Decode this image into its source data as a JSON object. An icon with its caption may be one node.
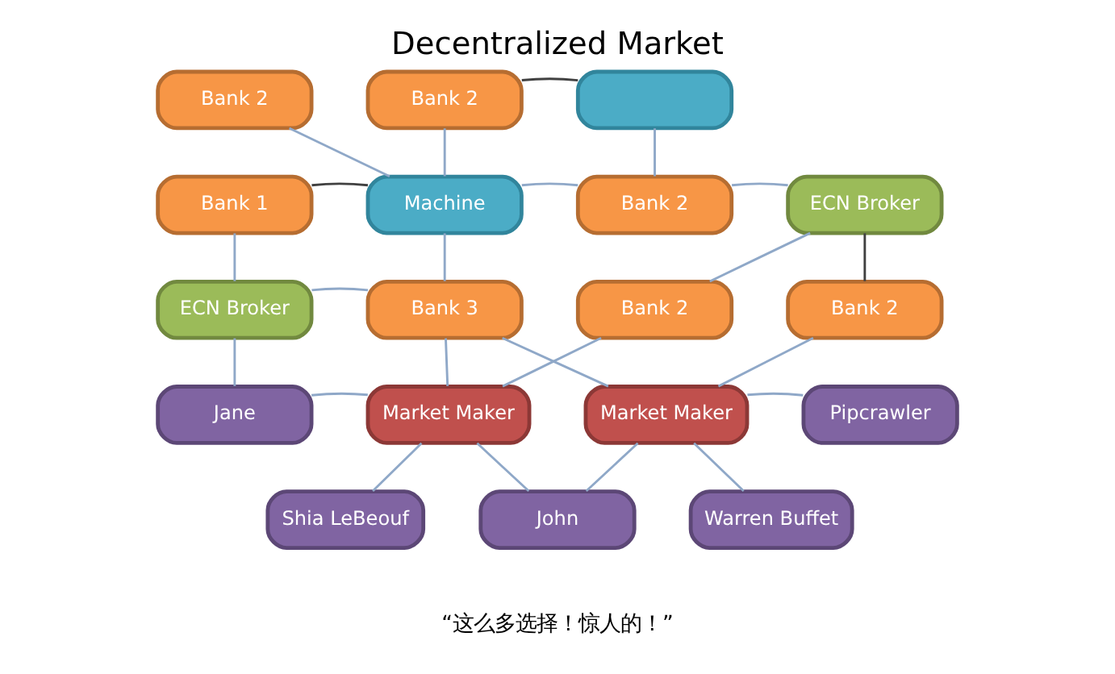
{
  "diagram": {
    "title": "Decentralized Market",
    "caption": "“这么多选择！惊人的！”",
    "nodes": [
      {
        "text": [
          "Bank 2"
        ]
      },
      {
        "text": [
          "Bank 2"
        ]
      },
      {
        "text": [],
        "shape": "box"
      },
      {
        "text": [
          "Bank 1"
        ]
      },
      {
        "text": [
          "Machine"
        ]
      },
      {
        "text": [
          "Bank 2"
        ]
      },
      {
        "text": [
          "ECN Broker"
        ]
      },
      {
        "text": [
          "ECN Broker"
        ]
      },
      {
        "text": [
          "Bank 3"
        ]
      },
      {
        "text": [
          "Bank 2"
        ]
      },
      {
        "text": [
          "Bank 2"
        ]
      },
      {
        "text": [
          "Jane"
        ]
      },
      {
        "text": [
          "Market Maker"
        ]
      },
      {
        "text": [
          "Market Maker"
        ]
      },
      {
        "text": [
          "Pipcrawler"
        ]
      },
      {
        "text": [
          "Shia LeBeouf"
        ]
      },
      {
        "text": [
          "John"
        ]
      },
      {
        "text": [
          "Warren Buffet"
        ]
      }
    ],
    "edges": [
      {
        "from": 0,
        "to": 4,
        "arrow": "none"
      },
      {
        "from": 1,
        "to": 4,
        "arrow": "none"
      },
      {
        "from": 1,
        "to": 2,
        "arrow": "none",
        "color": "#404040"
      },
      {
        "from": 2,
        "to": 5,
        "arrow": "none"
      },
      {
        "from": 3,
        "to": 4,
        "arrow": "none",
        "color": "#404040"
      },
      {
        "from": 4,
        "to": 5,
        "arrow": "none"
      },
      {
        "from": 5,
        "to": 6,
        "arrow": "none"
      },
      {
        "from": 6,
        "to": 10,
        "arrow": "none",
        "color": "#404040"
      },
      {
        "from": 6,
        "to": 9,
        "arrow": "none"
      },
      {
        "from": 3,
        "to": 7,
        "arrow": "none"
      },
      {
        "from": 7,
        "to": 8,
        "arrow": "none"
      },
      {
        "from": 4,
        "to": 8,
        "arrow": "none"
      },
      {
        "from": 7,
        "to": 11,
        "arrow": "none"
      },
      {
        "from": 8,
        "to": 12,
        "arrow": "none"
      },
      {
        "from": 8,
        "to": 13,
        "arrow": "none"
      },
      {
        "from": 9,
        "to": 12,
        "arrow": "none"
      },
      {
        "from": 10,
        "to": 13,
        "arrow": "none"
      },
      {
        "from": 11,
        "to": 12,
        "arrow": "none"
      },
      {
        "from": 13,
        "to": 14,
        "arrow": "none"
      },
      {
        "from": 12,
        "to": 15,
        "arrow": "none"
      },
      {
        "from": 12,
        "to": 16,
        "arrow": "none"
      },
      {
        "from": 13,
        "to": 16,
        "arrow": "none"
      },
      {
        "from": 13,
        "to": 17,
        "arrow": "none"
      }
    ]
  }
}
